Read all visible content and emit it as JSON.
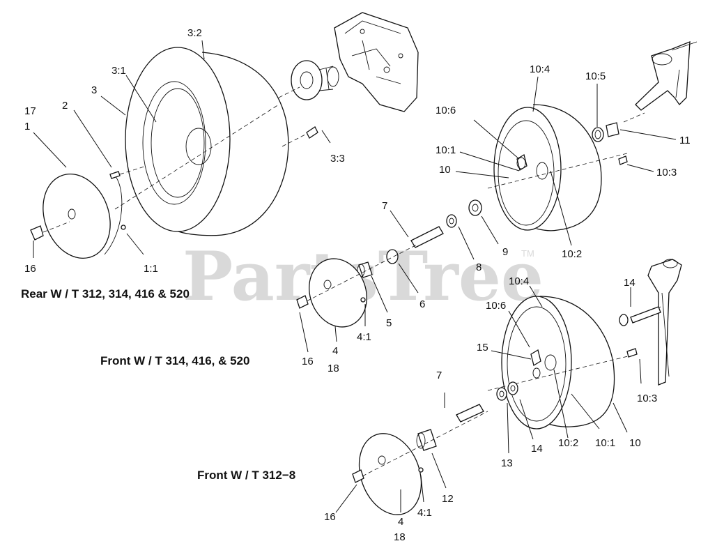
{
  "watermark": {
    "text": "PartsTree",
    "tm": "TM"
  },
  "captions": {
    "rear": "Rear W / T 312, 314, 416 & 520",
    "front1": "Front W / T 314, 416, & 520",
    "front2": "Front W / T 312−8"
  },
  "labels": {
    "l_3_2": "3:2",
    "l_3_1": "3:1",
    "l_3": "3",
    "l_17": "17",
    "l_1": "1",
    "l_2": "2",
    "l_3_3": "3:3",
    "l_16a": "16",
    "l_1_1": "1:1",
    "l_10_4a": "10:4",
    "l_10_5": "10:5",
    "l_10_6a": "10:6",
    "l_10_1a": "10:1",
    "l_10a": "10",
    "l_11": "11",
    "l_10_3a": "10:3",
    "l_10_2a": "10:2",
    "l_7a": "7",
    "l_9": "9",
    "l_8": "8",
    "l_6": "6",
    "l_5": "5",
    "l_4_1a": "4:1",
    "l_16b": "16",
    "l_4a": "4",
    "l_18a": "18",
    "l_10_4b": "10:4",
    "l_14a": "14",
    "l_10_6b": "10:6",
    "l_15": "15",
    "l_10_3b": "10:3",
    "l_7b": "7",
    "l_13": "13",
    "l_14b": "14",
    "l_10_2b": "10:2",
    "l_10_1b": "10:1",
    "l_10b": "10",
    "l_12": "12",
    "l_4_1b": "4:1",
    "l_16c": "16",
    "l_4b": "4",
    "l_18b": "18"
  }
}
